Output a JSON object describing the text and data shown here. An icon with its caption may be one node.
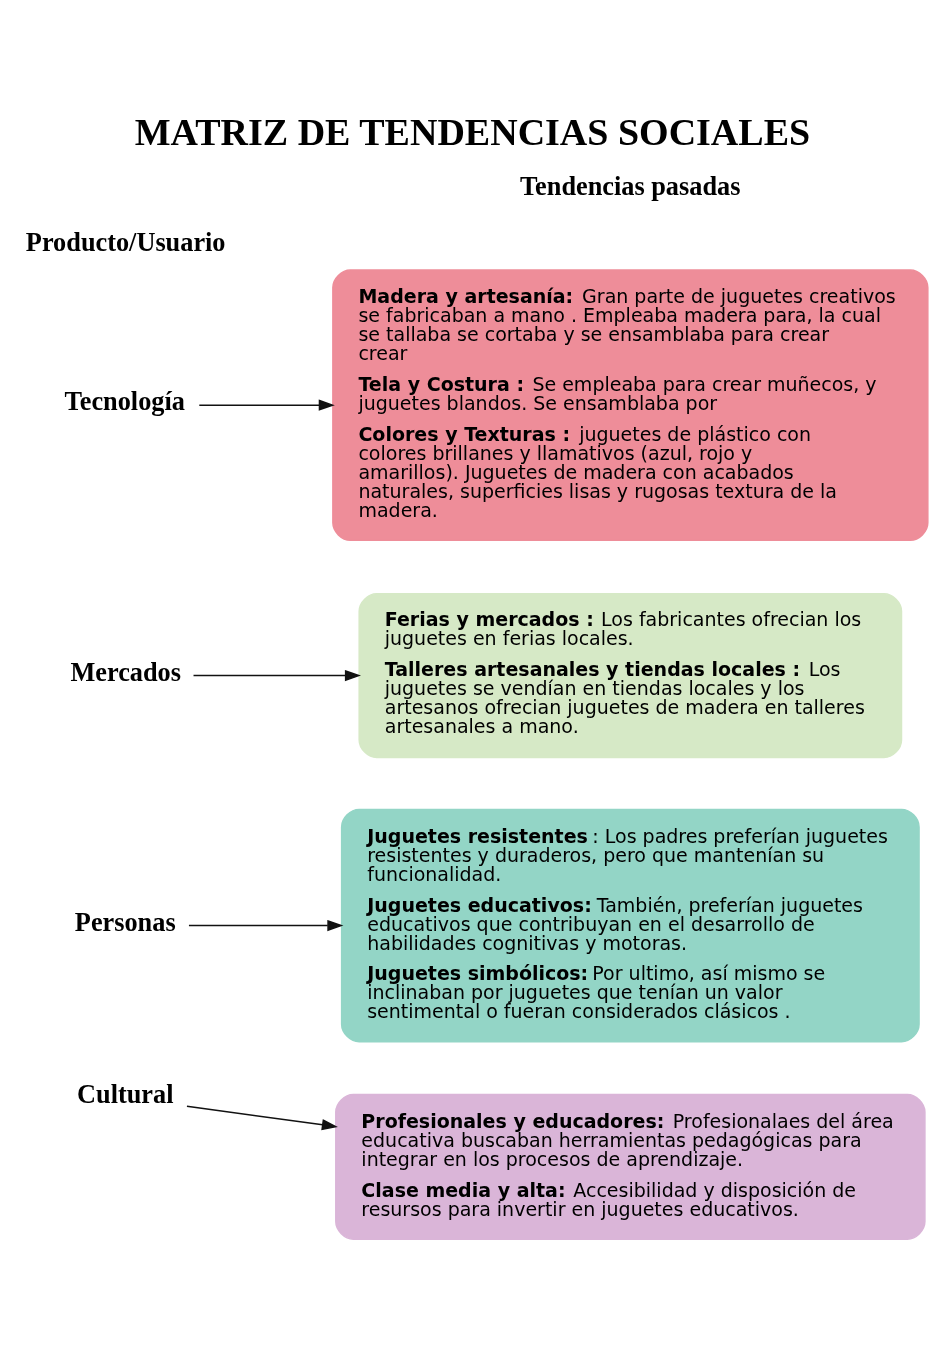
{
  "diagram": {
    "title": "MATRIZ DE TENDENCIAS SOCIALES",
    "nodes": [
      {
        "text": [
          "Tecnología"
        ]
      },
      {
        "text": [
          "**Madera y artesanía:** Gran parte de juguetes creativos se fabricaban a mano . Empleaba madera para, la cual se tallaba se cortaba y se ensamblaba para crear crear",
          "**Tela y Costura :** Se empleaba para crear muñecos, y juguetes blandos. Se ensamblaba por",
          "**Colores y Texturas :** juguetes de plástico con colores brillanes y llamativos (azul, rojo y amarillos). Juguetes de madera con acabados naturales, superficies lisas y rugosas textura de la madera."
        ]
      },
      {
        "text": [
          "Mercados"
        ]
      },
      {
        "text": [
          "**Ferias y mercados :** Los fabricantes ofrecian los juguetes en ferias locales.",
          "**Talleres artesanales y tiendas locales :** Los juguetes se vendían en tiendas locales y los artesanos ofrecian juguetes de madera en talleres artesanales a mano."
        ]
      },
      {
        "text": [
          "Personas"
        ]
      },
      {
        "text": [
          "**Juguetes resistentes** : Los padres preferían juguetes resistentes y duraderos, pero que mantenían su funcionalidad.",
          "**Juguetes educativos:** También, preferían juguetes educativos que contribuyan en el desarrollo de habilidades cognitivas y motoras.",
          "**Juguetes simbólicos:** Por ultimo, así mismo se inclinaban por juguetes que tenían un valor sentimental o fueran considerados clásicos ."
        ]
      },
      {
        "text": [
          "Cultural"
        ]
      },
      {
        "text": [
          "**Profesionales y educadores:** Profesionalaes del área educativa buscaban herramientas pedagógicas para integrar en los procesos de aprendizaje.",
          "**Clase media y alta:** Accesibilidad y disposición de resursos para invertir en juguetes educativos."
        ]
      }
    ],
    "edges": [
      {
        "from": 0,
        "to": 1,
        "arrow": "to"
      },
      {
        "from": 2,
        "to": 3,
        "arrow": "to"
      },
      {
        "from": 4,
        "to": 5,
        "arrow": "to"
      },
      {
        "from": 6,
        "to": 7,
        "arrow": "to"
      }
    ],
    "labels": [
      "Producto/Usuario",
      "Tendencias pasadas"
    ]
  }
}
